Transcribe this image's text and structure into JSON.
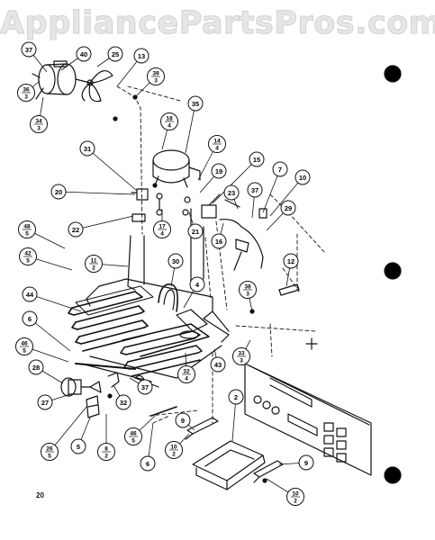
{
  "watermark": "AppliancePartsPros.com",
  "page_number": "20",
  "callouts": [
    {
      "id": "c37",
      "label": "37"
    },
    {
      "id": "c40",
      "label": "40"
    },
    {
      "id": "c25",
      "label": "25"
    },
    {
      "id": "c13",
      "label": "13"
    },
    {
      "id": "c39_3",
      "num": "39",
      "den": "3"
    },
    {
      "id": "c36_3",
      "num": "36",
      "den": "3"
    },
    {
      "id": "c34_3",
      "num": "34",
      "den": "3"
    },
    {
      "id": "c18_4",
      "num": "18",
      "den": "4"
    },
    {
      "id": "c35",
      "label": "35"
    },
    {
      "id": "c14_4",
      "num": "14",
      "den": "4"
    },
    {
      "id": "c31",
      "label": "31"
    },
    {
      "id": "c15",
      "label": "15"
    },
    {
      "id": "c19",
      "label": "19"
    },
    {
      "id": "c7",
      "label": "7"
    },
    {
      "id": "c10",
      "label": "10"
    },
    {
      "id": "c20",
      "label": "20"
    },
    {
      "id": "c23",
      "label": "23"
    },
    {
      "id": "c37b",
      "label": "37"
    },
    {
      "id": "c29",
      "label": "29"
    },
    {
      "id": "c22",
      "label": "22"
    },
    {
      "id": "c17_4",
      "num": "17",
      "den": "4"
    },
    {
      "id": "c21",
      "label": "21"
    },
    {
      "id": "c16",
      "label": "16"
    },
    {
      "id": "c48_5",
      "num": "48",
      "den": "5"
    },
    {
      "id": "c42_5",
      "num": "42",
      "den": "5"
    },
    {
      "id": "c11_2",
      "num": "11",
      "den": "2"
    },
    {
      "id": "c30",
      "label": "30"
    },
    {
      "id": "c4",
      "label": "4"
    },
    {
      "id": "c12",
      "label": "12"
    },
    {
      "id": "c38_3",
      "num": "38",
      "den": "3"
    },
    {
      "id": "c44",
      "label": "44"
    },
    {
      "id": "c6",
      "label": "6"
    },
    {
      "id": "c46_5",
      "num": "46",
      "den": "5"
    },
    {
      "id": "c28",
      "label": "28"
    },
    {
      "id": "c33_3",
      "num": "33",
      "den": "3"
    },
    {
      "id": "c32_4",
      "num": "32",
      "den": "4"
    },
    {
      "id": "c43",
      "label": "43"
    },
    {
      "id": "c37c",
      "label": "37"
    },
    {
      "id": "c32",
      "label": "32"
    },
    {
      "id": "c27",
      "label": "27"
    },
    {
      "id": "c26_5",
      "num": "26",
      "den": "5"
    },
    {
      "id": "c5",
      "label": "5"
    },
    {
      "id": "c8_2",
      "num": "8",
      "den": "2"
    },
    {
      "id": "c46_5b",
      "num": "46",
      "den": "5"
    },
    {
      "id": "c9",
      "label": "9"
    },
    {
      "id": "c10_2",
      "num": "10",
      "den": "2"
    },
    {
      "id": "c6b",
      "label": "6"
    },
    {
      "id": "c2",
      "label": "2"
    },
    {
      "id": "c9b",
      "label": "9"
    },
    {
      "id": "c10_2b",
      "num": "10",
      "den": "2"
    }
  ]
}
